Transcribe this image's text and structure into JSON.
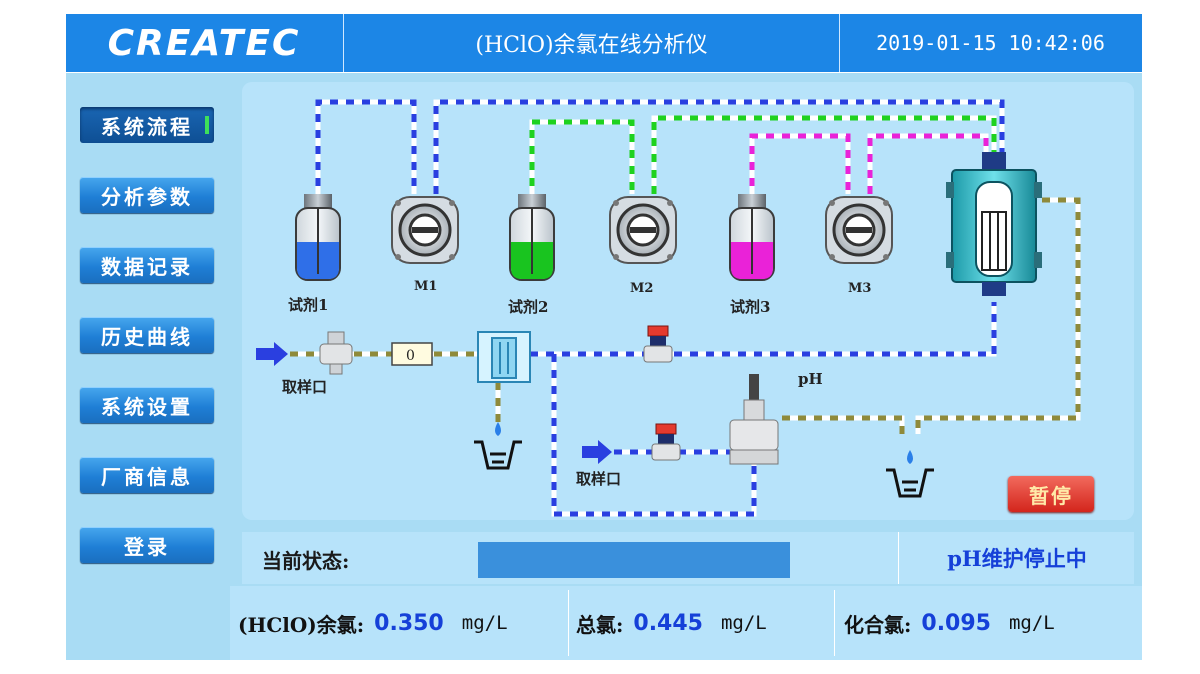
{
  "header": {
    "logo": "CREATEC",
    "title": "(HClO)余氯在线分析仪",
    "datetime": "2019-01-15 10:42:06"
  },
  "sidebar": {
    "items": [
      {
        "label": "系统流程",
        "active": true
      },
      {
        "label": "分析参数"
      },
      {
        "label": "数据记录"
      },
      {
        "label": "历史曲线"
      },
      {
        "label": "系统设置"
      },
      {
        "label": "厂商信息"
      },
      {
        "label": "登录"
      }
    ]
  },
  "diagram": {
    "labels": {
      "reagent1": "试剂1",
      "reagent2": "试剂2",
      "reagent3": "试剂3",
      "m1": "M1",
      "m2": "M2",
      "m3": "M3",
      "sample_inlet_1": "取样口",
      "sample_inlet_2": "取样口",
      "flow_counter": "0",
      "ph": "pH"
    },
    "reagent_colors": {
      "reagent1": "#2f6fe8",
      "reagent2": "#19c41f",
      "reagent3": "#ea22d8"
    },
    "pause_button": "暂停"
  },
  "status": {
    "label": "当前状态:",
    "message": "pH维护停止中"
  },
  "readings": {
    "free_chlorine": {
      "label": "(HClO)余氯:",
      "value": "0.350",
      "unit": "mg/L"
    },
    "total_chlorine": {
      "label": "总氯:",
      "value": "0.445",
      "unit": "mg/L"
    },
    "combined_chlorine": {
      "label": "化合氯:",
      "value": "0.095",
      "unit": "mg/L"
    }
  }
}
